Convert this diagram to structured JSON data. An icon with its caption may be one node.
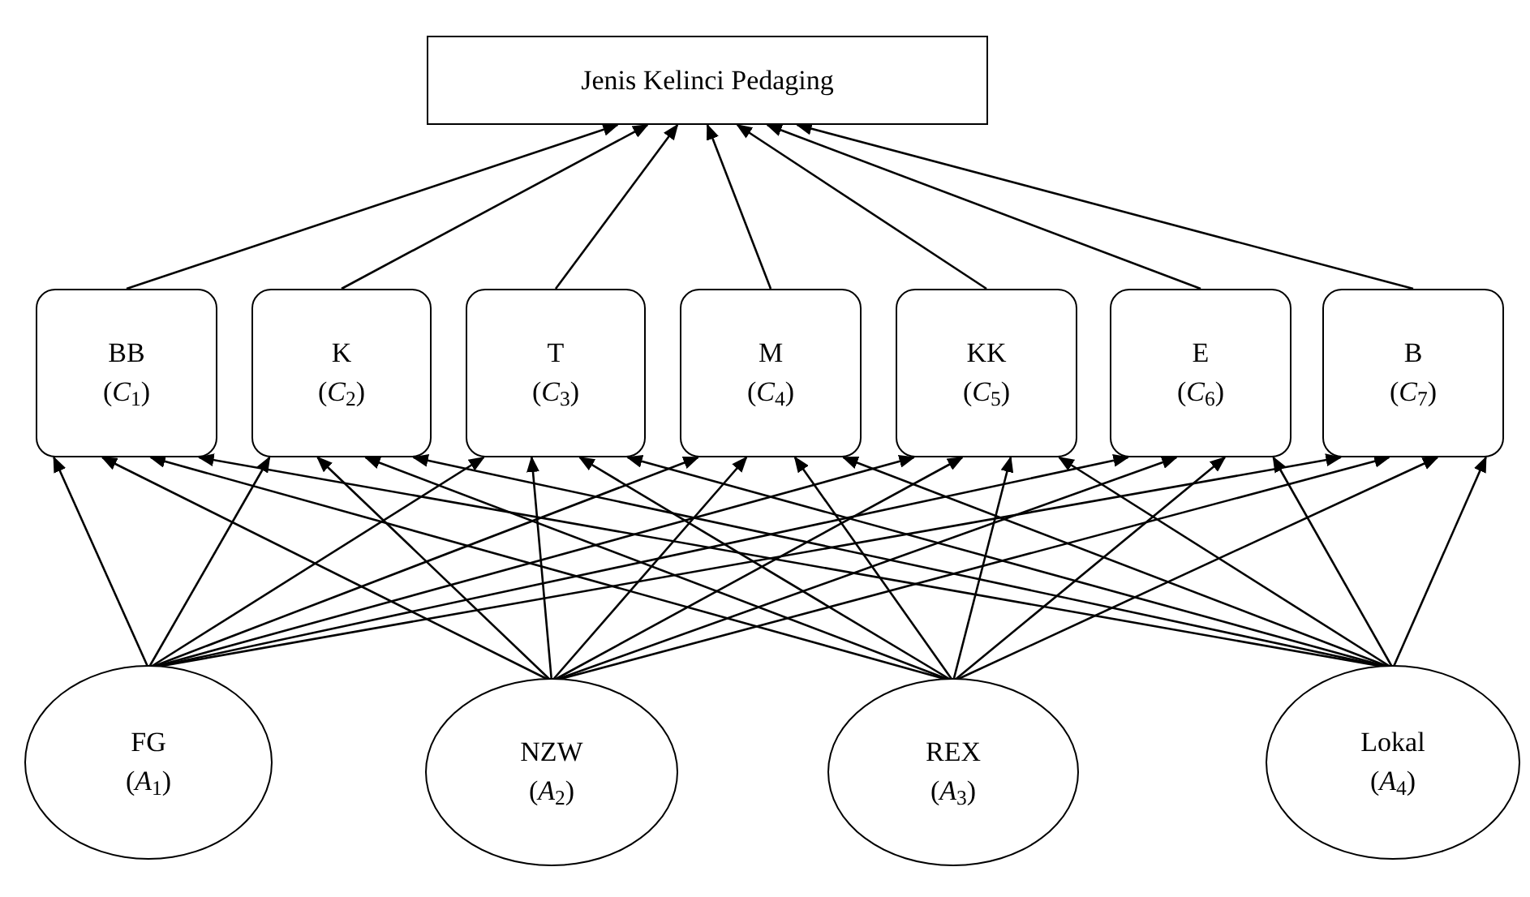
{
  "diagram": {
    "nodes": [
      {
        "text": [
          "Jenis Kelinci Pedaging"
        ]
      },
      {
        "text": [
          "BB",
          "(*C*$_{1}$)"
        ]
      },
      {
        "text": [
          "K",
          "(*C*$_{2}$)"
        ]
      },
      {
        "text": [
          "T",
          "(*C*$_{3}$)"
        ]
      },
      {
        "text": [
          "M",
          "(*C*$_{4}$)"
        ]
      },
      {
        "text": [
          "KK",
          "(*C*$_{5}$)"
        ]
      },
      {
        "text": [
          "E",
          "(*C*$_{6}$)"
        ]
      },
      {
        "text": [
          "B",
          "(*C*$_{7}$)"
        ]
      },
      {
        "text": [
          "FG",
          "(*A*$_{1}$)"
        ]
      },
      {
        "text": [
          "NZW",
          "(*A*$_{2}$)"
        ]
      },
      {
        "text": [
          "REX",
          "(*A*$_{3}$)"
        ]
      },
      {
        "text": [
          "Lokal",
          "(*A*$_{4}$)"
        ]
      }
    ],
    "edges": [
      {
        "from": 1,
        "to": 0,
        "arrow": "to"
      },
      {
        "from": 2,
        "to": 0,
        "arrow": "to"
      },
      {
        "from": 3,
        "to": 0,
        "arrow": "to"
      },
      {
        "from": 4,
        "to": 0,
        "arrow": "to"
      },
      {
        "from": 5,
        "to": 0,
        "arrow": "to"
      },
      {
        "from": 6,
        "to": 0,
        "arrow": "to"
      },
      {
        "from": 7,
        "to": 0,
        "arrow": "to"
      },
      {
        "from": 8,
        "to": 1,
        "arrow": "to"
      },
      {
        "from": 8,
        "to": 2,
        "arrow": "to"
      },
      {
        "from": 8,
        "to": 3,
        "arrow": "to"
      },
      {
        "from": 8,
        "to": 4,
        "arrow": "to"
      },
      {
        "from": 8,
        "to": 5,
        "arrow": "to"
      },
      {
        "from": 8,
        "to": 6,
        "arrow": "to"
      },
      {
        "from": 8,
        "to": 7,
        "arrow": "to"
      },
      {
        "from": 9,
        "to": 1,
        "arrow": "to"
      },
      {
        "from": 9,
        "to": 2,
        "arrow": "to"
      },
      {
        "from": 9,
        "to": 3,
        "arrow": "to"
      },
      {
        "from": 9,
        "to": 4,
        "arrow": "to"
      },
      {
        "from": 9,
        "to": 5,
        "arrow": "to"
      },
      {
        "from": 9,
        "to": 6,
        "arrow": "to"
      },
      {
        "from": 9,
        "to": 7,
        "arrow": "to"
      },
      {
        "from": 10,
        "to": 1,
        "arrow": "to"
      },
      {
        "from": 10,
        "to": 2,
        "arrow": "to"
      },
      {
        "from": 10,
        "to": 3,
        "arrow": "to"
      },
      {
        "from": 10,
        "to": 4,
        "arrow": "to"
      },
      {
        "from": 10,
        "to": 5,
        "arrow": "to"
      },
      {
        "from": 10,
        "to": 6,
        "arrow": "to"
      },
      {
        "from": 10,
        "to": 7,
        "arrow": "to"
      },
      {
        "from": 11,
        "to": 1,
        "arrow": "to"
      },
      {
        "from": 11,
        "to": 2,
        "arrow": "to"
      },
      {
        "from": 11,
        "to": 3,
        "arrow": "to"
      },
      {
        "from": 11,
        "to": 4,
        "arrow": "to"
      },
      {
        "from": 11,
        "to": 5,
        "arrow": "to"
      },
      {
        "from": 11,
        "to": 6,
        "arrow": "to"
      },
      {
        "from": 11,
        "to": 7,
        "arrow": "to"
      }
    ]
  }
}
